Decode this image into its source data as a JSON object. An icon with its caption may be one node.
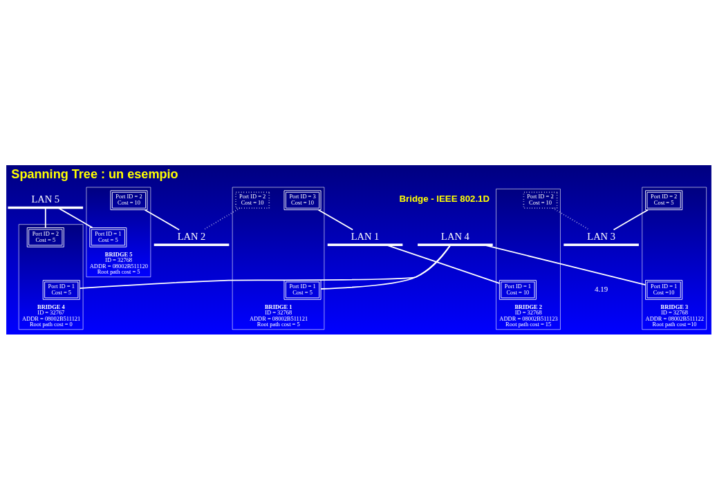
{
  "diagram": {
    "title": "Spanning Tree : un esempio",
    "nodes": [
      {
        "text": [
          "LAN 4"
        ]
      },
      {
        "text": [
          "BRIDGE 4",
          "ID = 32767",
          "ADDR = 08002B511121",
          "Root path cost = 0"
        ]
      },
      {
        "text": [
          "Port ID = 1",
          "Cost = 5"
        ],
        "in": 1
      },
      {
        "text": [
          "Port ID = 2",
          "Cost = 5"
        ],
        "in": 1
      },
      {
        "text": [
          "LAN 5"
        ]
      },
      {
        "text": [
          "BRIDGE 1",
          "ID = 32768",
          "ADDR = 08002B511121",
          "Root path cost = 5"
        ]
      },
      {
        "text": [
          "Port ID = 1",
          "Cost = 5"
        ],
        "in": 5
      },
      {
        "text": [
          "Port ID = 2",
          "Cost = 10"
        ],
        "in": 5
      },
      {
        "text": [
          "Port ID = 3",
          "Cost = 10"
        ],
        "in": 5
      },
      {
        "text": [
          "BRIDGE 5",
          "ID = 32768",
          "ADDR = 08002B511120",
          "Root path cost = 5"
        ]
      },
      {
        "text": [
          "Port ID = 1",
          "Cost = 5"
        ],
        "in": 9
      },
      {
        "text": [
          "Port ID = 2",
          "Cost = 10"
        ],
        "in": 9
      },
      {
        "text": [
          "LAN 1"
        ]
      },
      {
        "text": [
          "BRIDGE 3",
          "ID = 32768",
          "ADDR = 08002B511122",
          "Root path cost =10"
        ]
      },
      {
        "text": [
          "Port ID = 1",
          "Cost =10"
        ],
        "in": 13
      },
      {
        "text": [
          "Port ID = 2",
          "Cost = 5"
        ],
        "in": 13
      },
      {
        "text": [
          "LAN 2"
        ]
      },
      {
        "text": [
          "BRIDGE 2",
          "ID = 32768",
          "ADDR = 08002B511123",
          "Root path cost = 15"
        ]
      },
      {
        "text": [
          "Port ID = 1",
          "Cost = 10"
        ],
        "in": 17
      },
      {
        "text": [
          "Port ID = 2",
          "Cost = 10"
        ],
        "in": 17
      },
      {
        "text": [
          "LAN 3"
        ]
      }
    ],
    "edges": [
      {
        "from": 0,
        "to": 6,
        "arrow": "none"
      },
      {
        "from": 0,
        "to": 2,
        "arrow": "none"
      },
      {
        "from": 0,
        "to": 14,
        "arrow": "none"
      },
      {
        "from": 4,
        "to": 3,
        "arrow": "none"
      },
      {
        "from": 4,
        "to": 10,
        "arrow": "none"
      },
      {
        "from": 7,
        "to": 16,
        "arrow": "none",
        "style": "dashed"
      },
      {
        "from": 8,
        "to": 12,
        "arrow": "none"
      },
      {
        "from": 12,
        "to": 18,
        "arrow": "none"
      },
      {
        "from": 11,
        "to": 16,
        "arrow": "none"
      },
      {
        "from": 15,
        "to": 20,
        "arrow": "none"
      },
      {
        "from": 19,
        "to": 20,
        "arrow": "none",
        "style": "dashed"
      }
    ],
    "labels": [
      "Bridge - IEEE 802.1D",
      "4.19"
    ]
  }
}
